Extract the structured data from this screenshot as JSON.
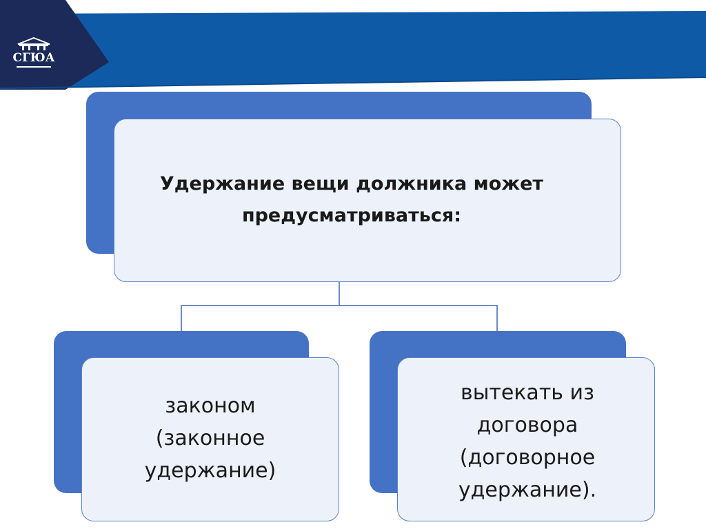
{
  "header": {
    "logo_text": "СГЮА",
    "colors": {
      "band": "#0e5aa7",
      "navy": "#1b2a58"
    }
  },
  "diagram": {
    "root": {
      "text": "Удержание вещи должника может\nпредусматриваться:"
    },
    "children": [
      {
        "text": "законом\n(законное\nудержание)"
      },
      {
        "text": "вытекать из\nдоговора\n(договорное\nудержание)."
      }
    ],
    "colors": {
      "back_shape": "#4472c4",
      "front_shape": "#edf1f9",
      "border": "#5b82c9",
      "connector": "#6b8bc6"
    }
  }
}
